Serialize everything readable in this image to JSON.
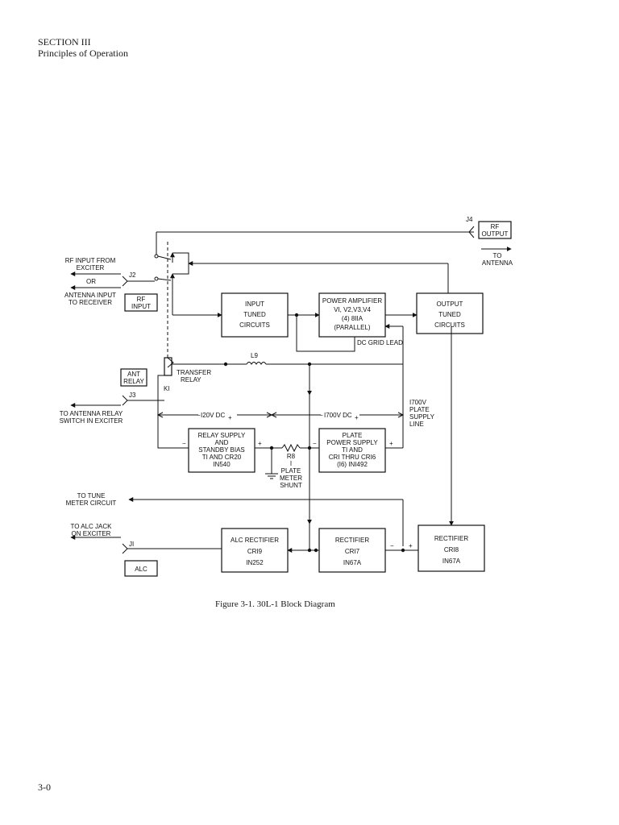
{
  "header": {
    "section": "SECTION III",
    "subtitle": "Principles of Operation"
  },
  "caption": "Figure 3-1.  30L-1 Block Diagram",
  "page_number": "3-0",
  "blocks": {
    "input_tuned": [
      "INPUT",
      "TUNED",
      "CIRCUITS"
    ],
    "power_amp": [
      "POWER AMPLIFIER",
      "VI, V2,V3,V4",
      "(4) 8IIA",
      "(PARALLEL)"
    ],
    "output_tuned": [
      "OUTPUT",
      "TUNED",
      "CIRCUITS"
    ],
    "relay_supply": [
      "RELAY SUPPLY",
      "AND",
      "STANDBY BIAS",
      "TI AND CR20",
      "IN540"
    ],
    "plate_supply": [
      "PLATE",
      "POWER SUPPLY",
      "TI AND",
      "CRI THRU CRI6",
      "(I6) INI492"
    ],
    "alc_rectifier": [
      "ALC RECTIFIER",
      "CRI9",
      "IN252"
    ],
    "rectifier_cr17": [
      "RECTIFIER",
      "CRI7",
      "IN67A"
    ],
    "rectifier_cr18": [
      "RECTIFIER",
      "CRI8",
      "IN67A"
    ]
  },
  "connectors": {
    "rf_output": [
      "RF",
      "OUTPUT"
    ],
    "rf_input": [
      "RF",
      "INPUT"
    ],
    "ant_relay": [
      "ANT",
      "RELAY"
    ],
    "alc": "ALC",
    "j4": "J4",
    "j2": "J2",
    "j3": "J3",
    "j1": "JI"
  },
  "labels": {
    "rf_input_from": [
      "RF INPUT FROM",
      "EXCITER"
    ],
    "or": "OR",
    "antenna_input": [
      "ANTENNA INPUT",
      "TO RECEIVER"
    ],
    "to_antenna": [
      "TO",
      "ANTENNA"
    ],
    "dc_grid_lead": "DC GRID LEAD",
    "l9": "L9",
    "transfer_relay": [
      "TRANSFER",
      "RELAY"
    ],
    "k1": "KI",
    "to_antenna_relay": [
      "TO ANTENNA RELAY",
      "SWITCH IN EXCITER"
    ],
    "v120": "I20V DC",
    "v1700": "I700V DC",
    "plate_supply_line": [
      "I700V",
      "PLATE",
      "SUPPLY",
      "LINE"
    ],
    "r8": [
      "R8",
      "I",
      "PLATE",
      "METER",
      "SHUNT"
    ],
    "to_tune_meter": [
      "TO TUNE",
      "METER CIRCUIT"
    ],
    "to_alc_jack": [
      "TO ALC JACK",
      "ON EXCITER"
    ],
    "minus": "−",
    "plus": "+"
  }
}
